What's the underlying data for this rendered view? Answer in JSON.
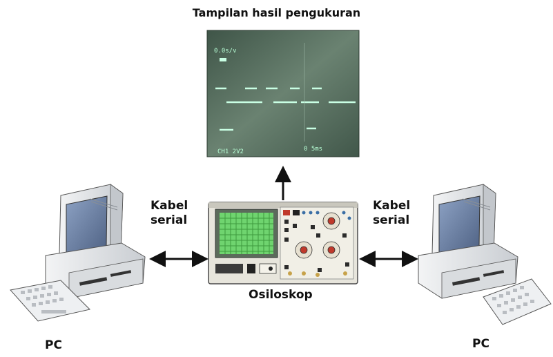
{
  "title": "Tampilan hasil pengukuran",
  "cable_left": {
    "line1": "Kabel",
    "line2": "serial"
  },
  "cable_right": {
    "line1": "Kabel",
    "line2": "serial"
  },
  "oscilloscope_label": "Osiloskop",
  "pc_left_label": "PC",
  "pc_right_label": "PC",
  "scope_display": {
    "top_left_readout": "0.0s/v",
    "bottom_left_readout": "CH1 2V2",
    "bottom_right_readout": "0  5ms"
  },
  "colors": {
    "scope_screen": "#5f7566",
    "trace": "#c9ffe4",
    "pc_body": "#e9ecef",
    "pc_monitor": "#6a7fa0",
    "osc_screen": "#6fd46f"
  }
}
